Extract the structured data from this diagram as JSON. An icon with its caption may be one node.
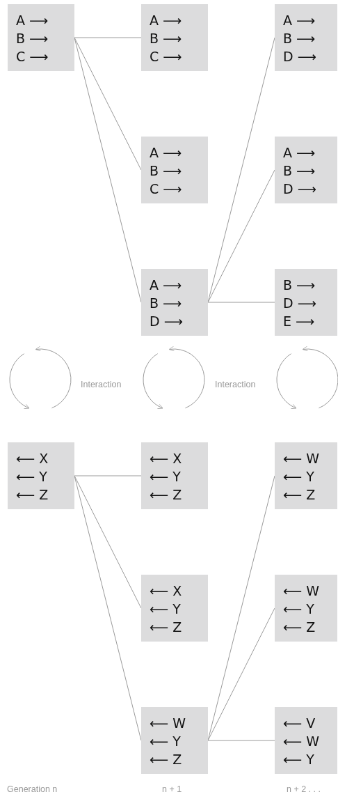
{
  "diagram": {
    "nodes": [
      {
        "text": [
          "A ⟶",
          "B ⟶",
          "C ⟶"
        ]
      },
      {
        "text": [
          "A ⟶",
          "B ⟶",
          "C ⟶"
        ]
      },
      {
        "text": [
          "A ⟶",
          "B ⟶",
          "D ⟶"
        ]
      },
      {
        "text": [
          "A ⟶",
          "B ⟶",
          "C ⟶"
        ]
      },
      {
        "text": [
          "A ⟶",
          "B ⟶",
          "D ⟶"
        ]
      },
      {
        "text": [
          "A ⟶",
          "B ⟶",
          "D ⟶"
        ]
      },
      {
        "text": [
          "B ⟶",
          "D ⟶",
          "E ⟶"
        ]
      },
      {
        "text": [
          "⟵ X",
          "⟵ Y",
          "⟵ Z"
        ]
      },
      {
        "text": [
          "⟵ X",
          "⟵ Y",
          "⟵ Z"
        ]
      },
      {
        "text": [
          "⟵ W",
          "⟵ Y",
          "⟵ Z"
        ]
      },
      {
        "text": [
          "⟵ X",
          "⟵ Y",
          "⟵ Z"
        ]
      },
      {
        "text": [
          "⟵ W",
          "⟵ Y",
          "⟵ Z"
        ]
      },
      {
        "text": [
          "⟵ W",
          "⟵ Y",
          "⟵ Z"
        ]
      },
      {
        "text": [
          "⟵ V",
          "⟵ W",
          "⟵ Y"
        ]
      }
    ],
    "edges": [
      {
        "from": 0,
        "to": 1,
        "arrow": "none"
      },
      {
        "from": 0,
        "to": 3,
        "arrow": "none"
      },
      {
        "from": 0,
        "to": 5,
        "arrow": "none"
      },
      {
        "from": 5,
        "to": 2,
        "arrow": "none"
      },
      {
        "from": 5,
        "to": 4,
        "arrow": "none"
      },
      {
        "from": 5,
        "to": 6,
        "arrow": "none"
      },
      {
        "from": 7,
        "to": 8,
        "arrow": "none"
      },
      {
        "from": 7,
        "to": 10,
        "arrow": "none"
      },
      {
        "from": 7,
        "to": 12,
        "arrow": "none"
      },
      {
        "from": 12,
        "to": 9,
        "arrow": "none"
      },
      {
        "from": 12,
        "to": 11,
        "arrow": "none"
      },
      {
        "from": 12,
        "to": 13,
        "arrow": "none"
      }
    ],
    "labels": [
      "Interaction",
      "Interaction",
      "Generation n",
      "n + 1",
      "n + 2 . . ."
    ]
  }
}
